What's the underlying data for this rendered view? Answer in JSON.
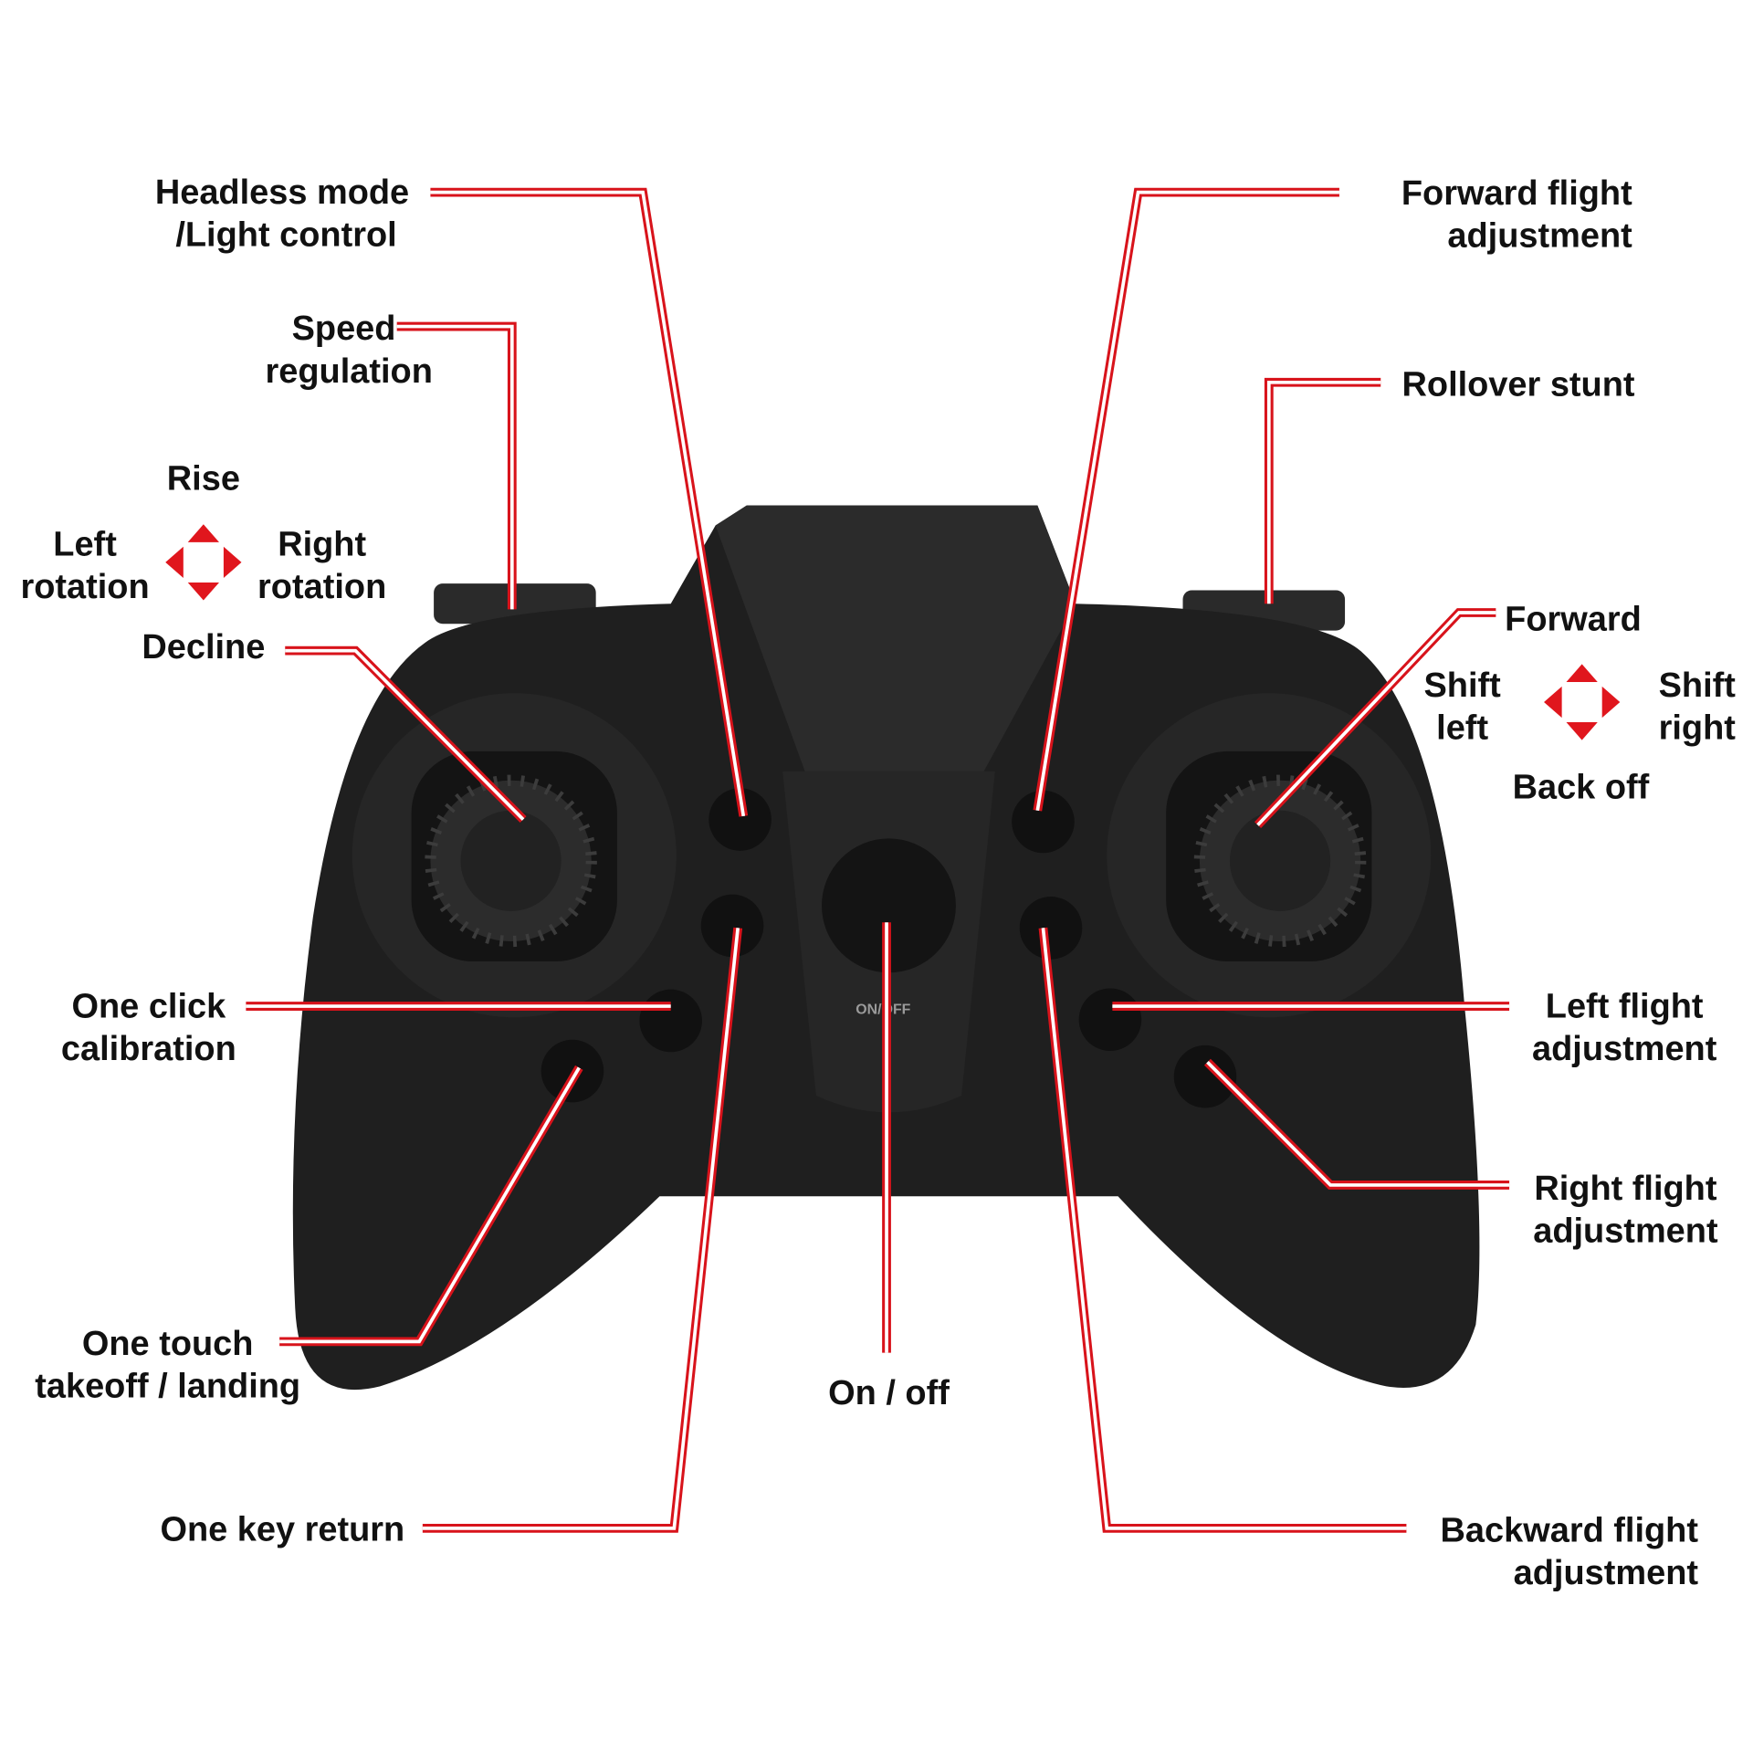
{
  "labels": {
    "headless": [
      "Headless mode",
      "/Light control"
    ],
    "speed": [
      "Speed",
      "regulation"
    ],
    "rise": "Rise",
    "left_rotation": [
      "Left",
      "rotation"
    ],
    "right_rotation": [
      "Right",
      "rotation"
    ],
    "decline": "Decline",
    "one_click": [
      "One click",
      "calibration"
    ],
    "one_touch": [
      "One touch",
      "takeoff / landing"
    ],
    "one_key_return": "One key return",
    "on_off": "On / off",
    "forward_adj": [
      "Forward flight",
      "adjustment"
    ],
    "rollover": "Rollover stunt",
    "forward": "Forward",
    "shift_left": [
      "Shift",
      "left"
    ],
    "shift_right": [
      "Shift",
      "right"
    ],
    "back_off": "Back off",
    "left_adj": [
      "Left flight",
      "adjustment"
    ],
    "right_adj": [
      "Right flight",
      "adjustment"
    ],
    "backward_adj": [
      "Backward flight",
      "adjustment"
    ]
  },
  "controller": {
    "power_text": "ON/OFF"
  },
  "colors": {
    "leader": "#d8131b",
    "arrows": "#e0161d",
    "body": "#1e1e1e"
  },
  "icons": [
    "direction-arrows-icon"
  ]
}
